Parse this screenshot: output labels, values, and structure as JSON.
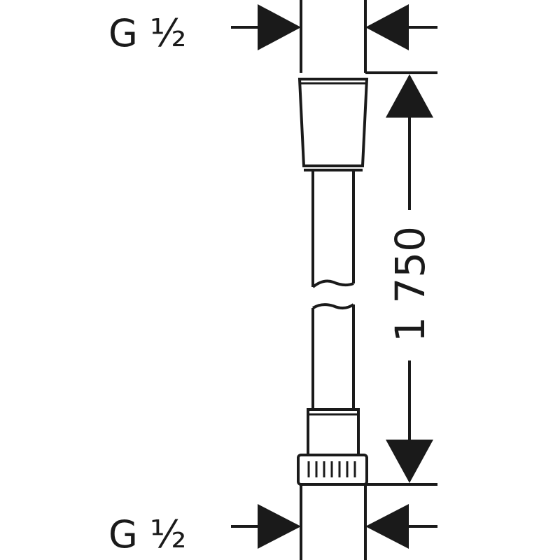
{
  "top_thread": {
    "label": "G ½"
  },
  "bottom_thread": {
    "label": "G ½"
  },
  "length_dimension": {
    "label": "1 750"
  },
  "colors": {
    "line": "#1a1a1a",
    "background": "#ffffff"
  }
}
